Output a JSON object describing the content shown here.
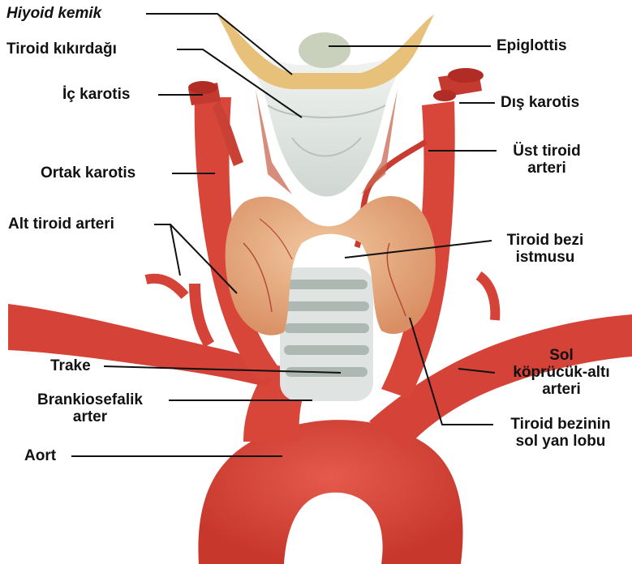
{
  "labels": {
    "hiyoid_kemik": "Hiyoid kemik",
    "tiroid_kikirdagi": "Tiroid kıkırdağı",
    "ic_karotis": "İç karotis",
    "ortak_karotis": "Ortak karotis",
    "alt_tiroid_arteri": "Alt tiroid arteri",
    "trake": "Trake",
    "brankiosefalik_line1": "Brankiosefalik",
    "brankiosefalik_line2": "arter",
    "aort": "Aort",
    "epiglottis": "Epiglottis",
    "dis_karotis": "Dış karotis",
    "ust_tiroid_line1": "Üst tiroid",
    "ust_tiroid_line2": "arteri",
    "istmus_line1": "Tiroid bezi",
    "istmus_line2": "istmusu",
    "kopruculk_line1": "Sol",
    "kopruculk_line2": "köprücük-altı",
    "kopruculk_line3": "arteri",
    "sol_lob_line1": "Tiroid bezinin",
    "sol_lob_line2": "sol yan lobu"
  },
  "colors": {
    "artery": "#d8463a",
    "artery_dark": "#a52a22",
    "thyroid": "#e3a27a",
    "cartilage": "#e6ecea",
    "hyoid": "#e7c07a",
    "leader": "#111111"
  }
}
